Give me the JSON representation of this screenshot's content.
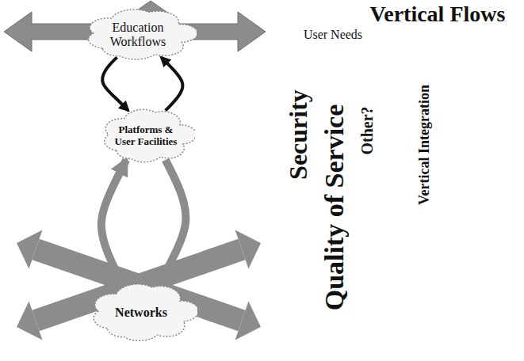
{
  "diagram": {
    "title": "Vertical Flows",
    "nodes": [
      {
        "text": [
          "Education Workflows"
        ]
      },
      {
        "text": [
          "Platforms & User Facilities"
        ]
      },
      {
        "text": [
          "Networks"
        ]
      }
    ],
    "edges": [
      {
        "from": 0,
        "to": 1,
        "arrow": "to"
      },
      {
        "from": 1,
        "to": 0,
        "arrow": "to"
      },
      {
        "from": 2,
        "to": 1,
        "arrow": "to"
      },
      {
        "from": 1,
        "to": 2,
        "arrow": "to"
      }
    ],
    "labels": [
      "User Needs",
      "Security",
      "Quality of Service",
      "Other?",
      "Vertical Integration"
    ]
  }
}
